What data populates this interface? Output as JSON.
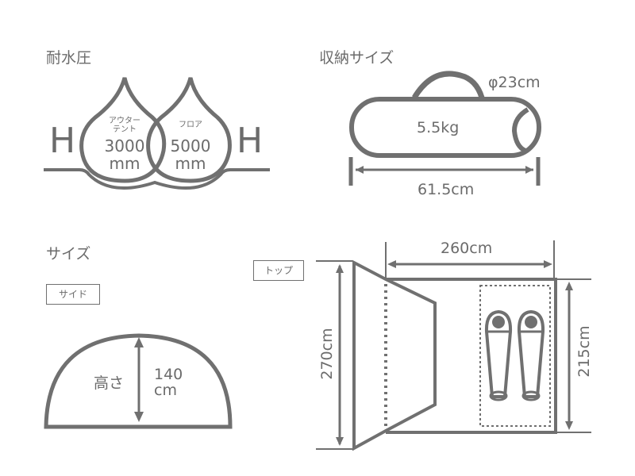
{
  "colors": {
    "stroke": "#707070",
    "text": "#6b6b6b",
    "background": "#ffffff"
  },
  "water_pressure": {
    "title": "耐水圧",
    "h_left": "H",
    "h_right": "H",
    "outer_tent": {
      "label_line1": "アウター",
      "label_line2": "テント",
      "value": "3000",
      "unit": "mm"
    },
    "floor": {
      "label": "フロア",
      "value": "5000",
      "unit": "mm"
    }
  },
  "storage_size": {
    "title": "収納サイズ",
    "diameter": "φ23cm",
    "weight": "5.5kg",
    "length": "61.5cm"
  },
  "size": {
    "title": "サイズ",
    "side_tag": "サイド",
    "height_label": "高さ",
    "height_value": "140",
    "height_unit": "cm",
    "top_tag": "トップ",
    "width_inner": "260cm",
    "depth_total": "270cm",
    "depth_inner": "215cm"
  }
}
